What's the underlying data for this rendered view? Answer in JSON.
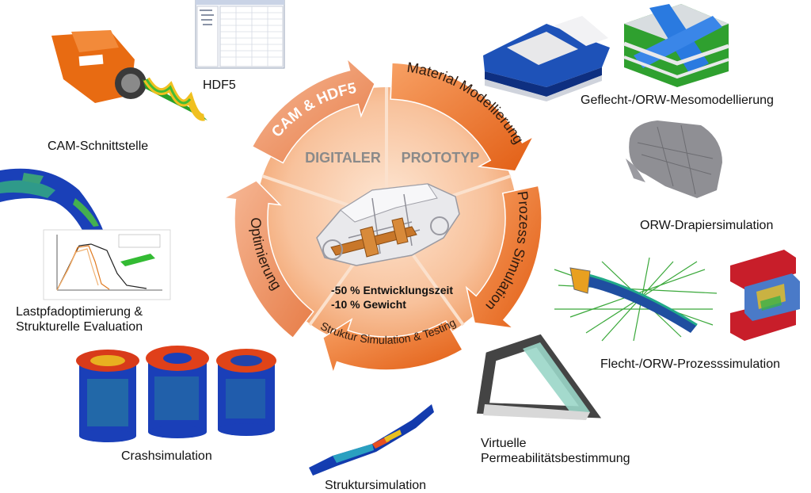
{
  "center": {
    "title_left": "DIGITALER",
    "title_right": "PROTOTYP",
    "stat1": "-50 % Entwicklungszeit",
    "stat2": "-10 % Gewicht"
  },
  "cycle": {
    "cam": "CAM & HDF5",
    "material": "Material Modellierung",
    "prozess": "Prozess Simulation",
    "struktur": "Struktur Simulation & Testing",
    "optimierung": "Optimierung"
  },
  "labels": {
    "hdf5": "HDF5",
    "cam_interface": "CAM-Schnittstelle",
    "lastpfad_1": "Lastpfadoptimierung &",
    "lastpfad_2": "Strukturelle Evaluation",
    "crash": "Crashsimulation",
    "struktur": "Struktursimulation",
    "perm_1": "Virtuelle",
    "perm_2": "Permeabilitätsbestimmung",
    "flecht": "Flecht-/ORW-Prozesssimulation",
    "drapier": "ORW-Drapiersimulation",
    "meso": "Geflecht-/ORW-Mesomodellierung"
  },
  "colors": {
    "ring_dark": "#e8661c",
    "ring_mid": "#f08a45",
    "ring_light": "#f4a47a",
    "disc_light": "#f9c9a6",
    "title_gray": "#8a8a8a"
  }
}
